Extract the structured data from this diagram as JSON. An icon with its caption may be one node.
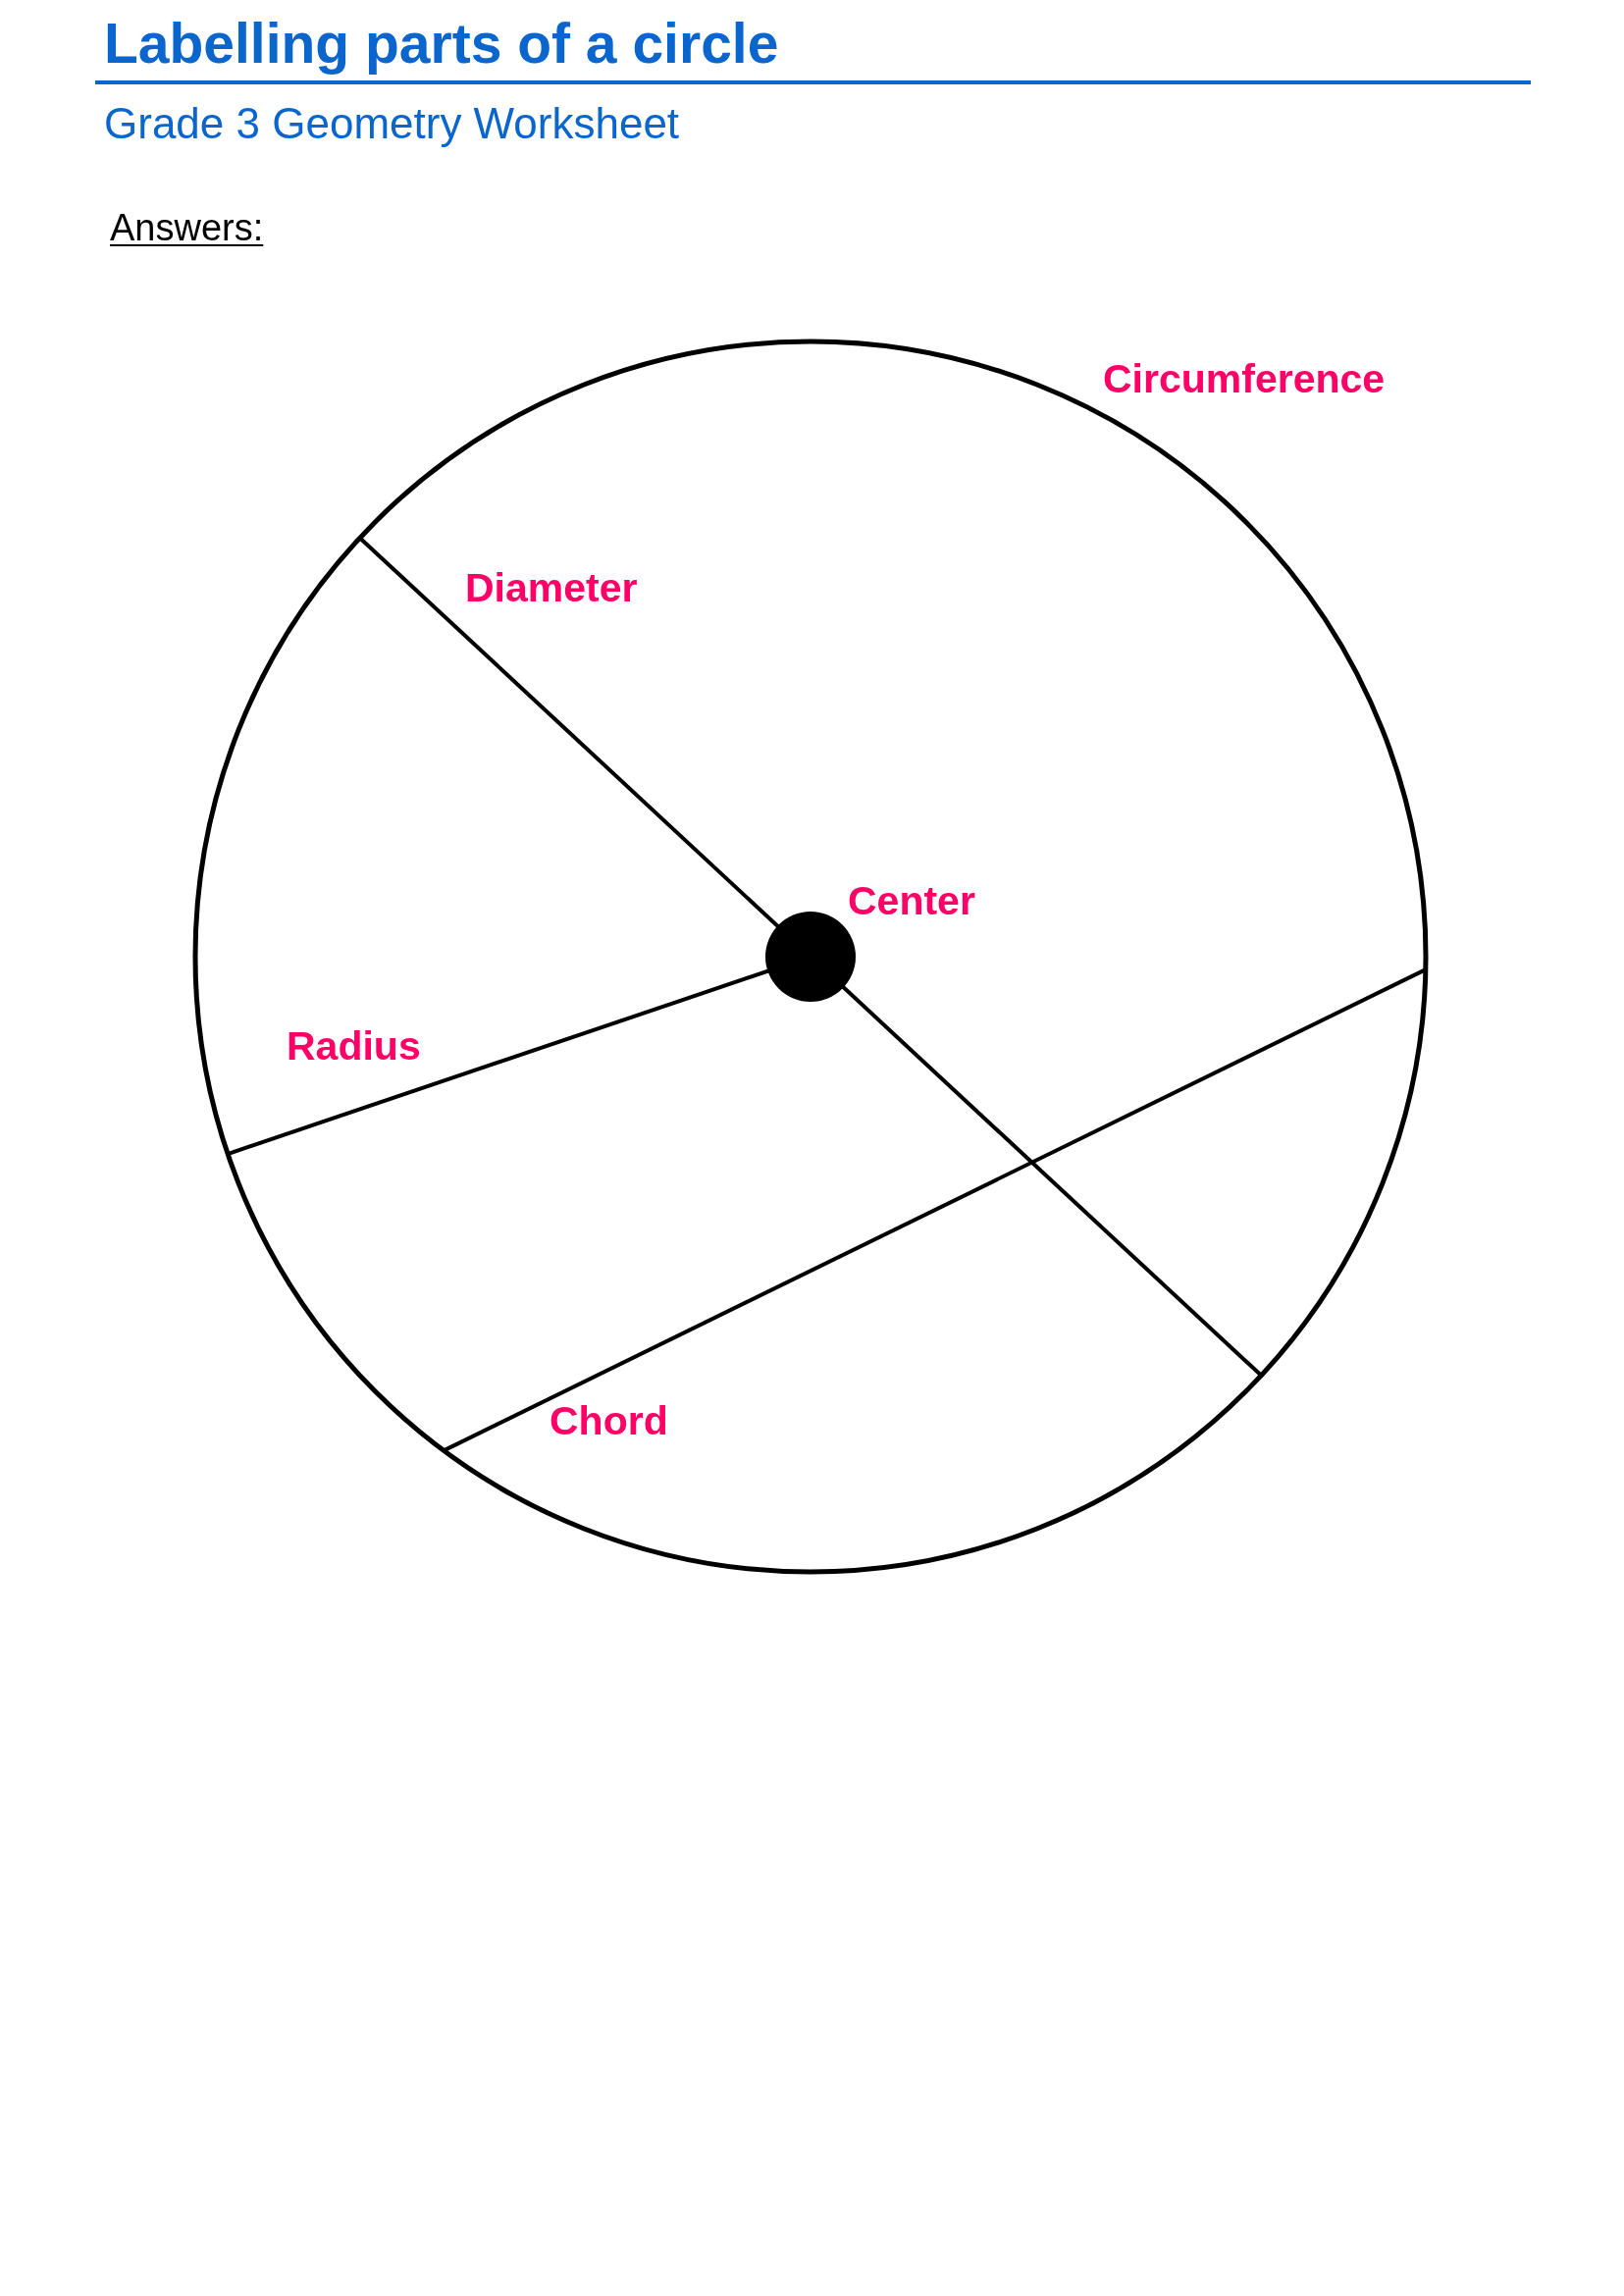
{
  "diagram": {
    "title": "Labelling parts of a circle",
    "labels": [
      "Grade 3 Geometry Worksheet",
      "Answers:",
      "Circumference",
      "Diameter",
      "Center",
      "Radius",
      "Chord"
    ]
  }
}
